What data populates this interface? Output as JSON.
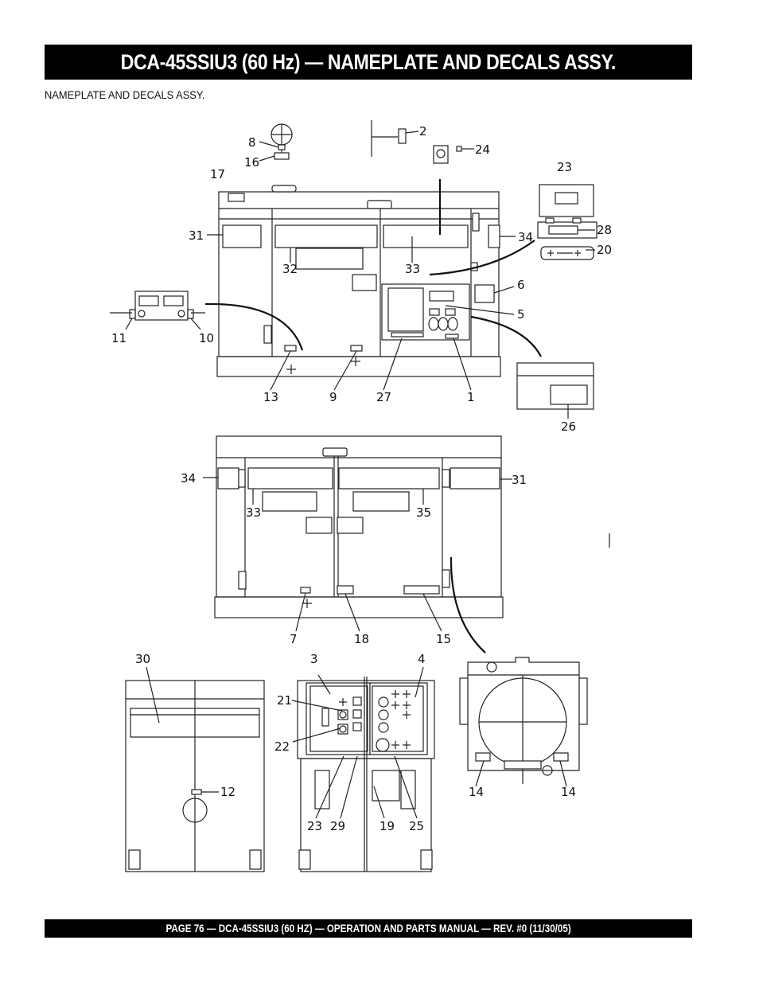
{
  "header": {
    "title": "DCA-45SSIU3 (60 Hz) — NAMEPLATE  AND DECALS ASSY."
  },
  "section": {
    "subtitle": "NAMEPLATE AND DECALS ASSY."
  },
  "footer": {
    "text": "PAGE 76 — DCA-45SSIU3 (60 HZ) —  OPERATION AND PARTS  MANUAL — REV. #0  (11/30/05)"
  },
  "callouts": {
    "c1": "1",
    "c2": "2",
    "c3": "3",
    "c4": "4",
    "c5": "5",
    "c6": "6",
    "c7": "7",
    "c8": "8",
    "c9": "9",
    "c10": "10",
    "c11": "11",
    "c12": "12",
    "c13": "13",
    "c14a": "14",
    "c14b": "14",
    "c15": "15",
    "c16": "16",
    "c17": "17",
    "c18": "18",
    "c19": "19",
    "c20": "20",
    "c21": "21",
    "c22": "22",
    "c23a": "23",
    "c23b": "23",
    "c24": "24",
    "c25": "25",
    "c26": "26",
    "c27": "27",
    "c28": "28",
    "c29": "29",
    "c30": "30",
    "c31a": "31",
    "c31b": "31",
    "c32": "32",
    "c33a": "33",
    "c33b": "33",
    "c34a": "34",
    "c34b": "34",
    "c35": "35"
  }
}
